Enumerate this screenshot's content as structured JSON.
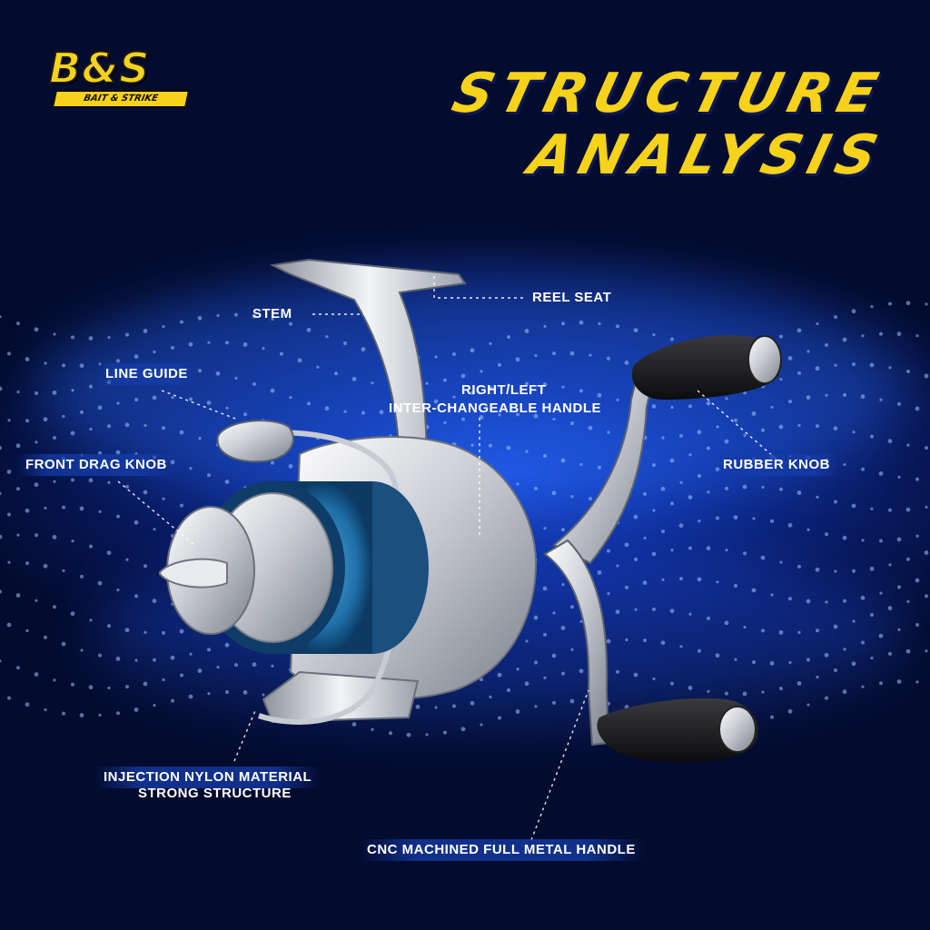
{
  "logo": {
    "brand": "B&S",
    "tagline": "BAIT & STRIKE"
  },
  "headline": {
    "line1": "STRUCTURE",
    "line2": "ANALYSIS"
  },
  "callouts": {
    "reel_seat": "REEL SEAT",
    "stem": "STEM",
    "line_guide": "LINE GUIDE",
    "handle_line1": "RIGHT/LEFT",
    "handle_line2": "INTER-CHANGEABLE HANDLE",
    "front_drag_knob": "FRONT DRAG KNOB",
    "rubber_knob": "RUBBER KNOB",
    "nylon_line1": "INJECTION NYLON MATERIAL",
    "nylon_line2": "STRONG STRUCTURE",
    "cnc_handle": "CNC MACHINED FULL METAL HANDLE"
  },
  "colors": {
    "accent": "#f7d21b",
    "background": "#0a1f6e",
    "text": "#ffffff"
  }
}
